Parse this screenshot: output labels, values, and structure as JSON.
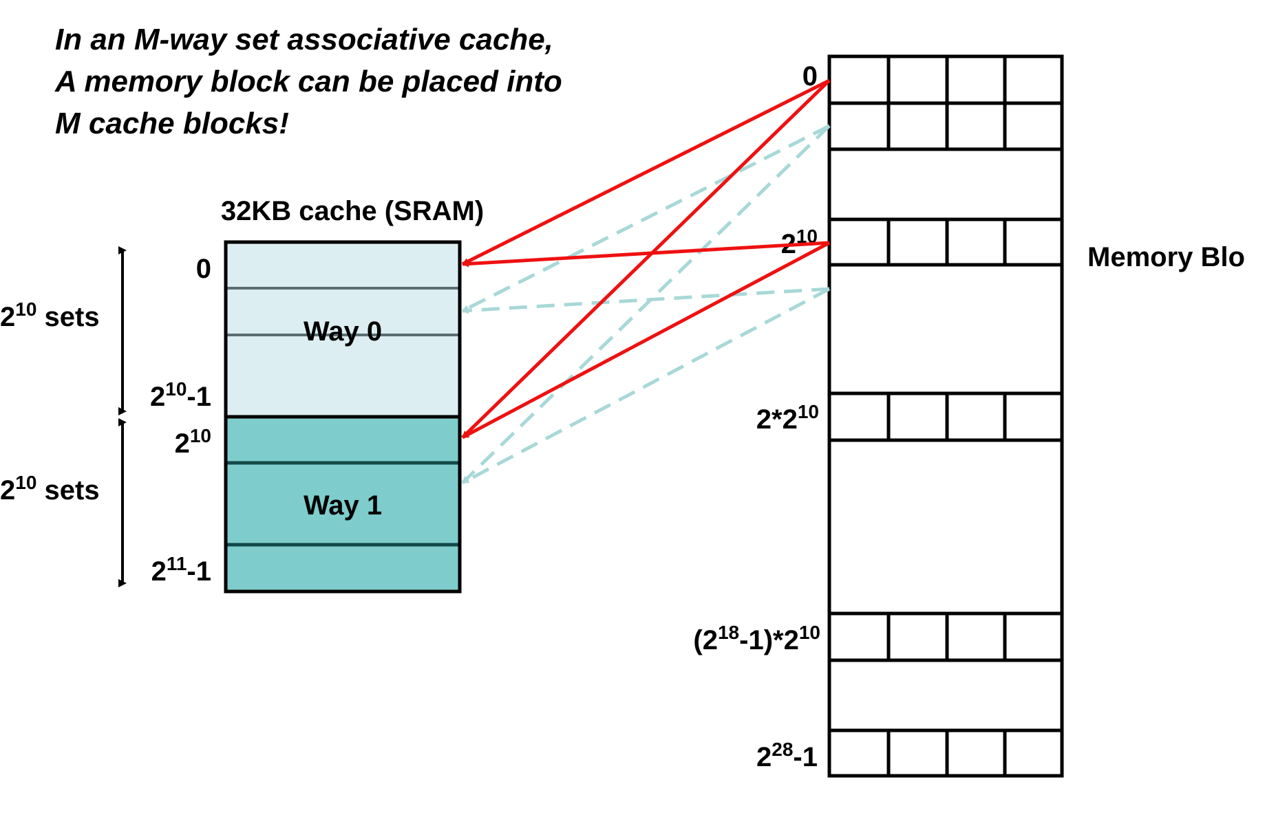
{
  "title_lines": [
    "In an M-way set associative cache,",
    "A memory block can be placed  into",
    "M cache blocks!"
  ],
  "cache": {
    "title": "32KB cache (SRAM)",
    "way0_label": "Way 0",
    "way1_label": "Way 1",
    "way0_color": "#ddeef2",
    "way1_color": "#7fcccc",
    "index_labels": {
      "start0": "0",
      "end0_base": "2",
      "end0_exp": "10",
      "end0_suffix": "-1",
      "start1_base": "2",
      "start1_exp": "10",
      "end1_base": "2",
      "end1_exp": "11",
      "end1_suffix": "-1"
    },
    "sets_labels": [
      {
        "base": "2",
        "exp": "10",
        "suffix": " sets"
      },
      {
        "base": "2",
        "exp": "10",
        "suffix": " sets"
      }
    ]
  },
  "memory": {
    "title": "Memory Blo",
    "labels": {
      "b0": "0",
      "b1_base": "2",
      "b1_exp": "10",
      "b2_prefix": "2*",
      "b2_base": "2",
      "b2_exp": "10",
      "b3_open": "(2",
      "b3_exp1": "18",
      "b3_mid": "-1)*2",
      "b3_exp2": "10",
      "b4_base": "2",
      "b4_exp": "28",
      "b4_suffix": "-1"
    }
  },
  "colors": {
    "solid_arrow": "#ee1111",
    "dashed_arrow": "#a8d8d8"
  }
}
